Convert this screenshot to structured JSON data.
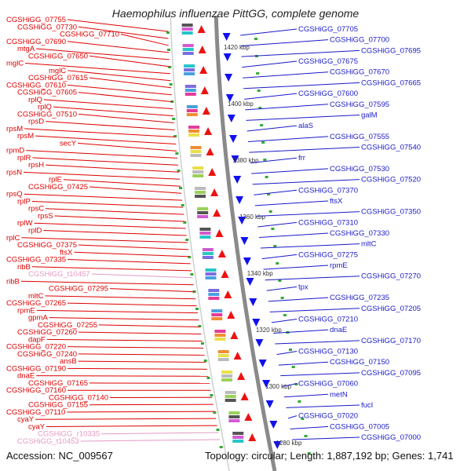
{
  "title": "Haemophilus influenzae PittGG, complete genome",
  "footer": {
    "accession": "Accession: NC_009567",
    "stats": "Topology: circular; Length: 1,887,192 bp; Genes: 1,741"
  },
  "colors": {
    "left_label": "#dd0000",
    "left_label_rna": "#e39ac4",
    "right_label": "#1a1ac8",
    "forward_arrow": "#ee1111",
    "reverse_arrow": "#1111ee",
    "backbone": "#8a8a8a",
    "tick_dot": "#33aa33"
  },
  "scale_labels": [
    "1420 kbp",
    "1400 kbp",
    "1380 kbp",
    "1360 kbp",
    "1340 kbp",
    "1320 kbp",
    "1300 kbp",
    "1280 kbp"
  ],
  "left_labels": [
    {
      "text": "CGSHiGG_07755",
      "type": "gene"
    },
    {
      "text": "CGSHiGG_07730",
      "type": "gene"
    },
    {
      "text": "CGSHiGG_07710",
      "type": "gene"
    },
    {
      "text": "CGSHiGG_07690",
      "type": "gene"
    },
    {
      "text": "mtgA",
      "type": "gene"
    },
    {
      "text": "CGSHiGG_07650",
      "type": "gene"
    },
    {
      "text": "mglC",
      "type": "gene"
    },
    {
      "text": "mglC",
      "type": "gene"
    },
    {
      "text": "CGSHiGG_07615",
      "type": "gene"
    },
    {
      "text": "CGSHiGG_07610",
      "type": "gene"
    },
    {
      "text": "CGSHiGG_07605",
      "type": "gene"
    },
    {
      "text": "rplQ",
      "type": "gene"
    },
    {
      "text": "rplQ",
      "type": "gene"
    },
    {
      "text": "CGSHiGG_07510",
      "type": "gene"
    },
    {
      "text": "rpsD",
      "type": "gene"
    },
    {
      "text": "rpsM",
      "type": "gene"
    },
    {
      "text": "rpsM",
      "type": "gene"
    },
    {
      "text": "secY",
      "type": "gene"
    },
    {
      "text": "rpmD",
      "type": "gene"
    },
    {
      "text": "rplR",
      "type": "gene"
    },
    {
      "text": "rpsH",
      "type": "gene"
    },
    {
      "text": "rpsN",
      "type": "gene"
    },
    {
      "text": "rplE",
      "type": "gene"
    },
    {
      "text": "CGSHiGG_07425",
      "type": "gene"
    },
    {
      "text": "rpsQ",
      "type": "gene"
    },
    {
      "text": "rplP",
      "type": "gene"
    },
    {
      "text": "rpsC",
      "type": "gene"
    },
    {
      "text": "rpsS",
      "type": "gene"
    },
    {
      "text": "rplW",
      "type": "gene"
    },
    {
      "text": "rplD",
      "type": "gene"
    },
    {
      "text": "rplC",
      "type": "gene"
    },
    {
      "text": "CGSHiGG_07375",
      "type": "gene"
    },
    {
      "text": "ftsX",
      "type": "gene"
    },
    {
      "text": "CGSHiGG_07335",
      "type": "gene"
    },
    {
      "text": "ribB",
      "type": "gene"
    },
    {
      "text": "CGSHiGG_t10457",
      "type": "rna"
    },
    {
      "text": "ribB",
      "type": "gene"
    },
    {
      "text": "CGSHiGG_07295",
      "type": "gene"
    },
    {
      "text": "mltC",
      "type": "gene"
    },
    {
      "text": "CGSHiGG_07265",
      "type": "gene"
    },
    {
      "text": "rpmE",
      "type": "gene"
    },
    {
      "text": "gpmA",
      "type": "gene"
    },
    {
      "text": "CGSHiGG_07255",
      "type": "gene"
    },
    {
      "text": "CGSHiGG_07260",
      "type": "gene"
    },
    {
      "text": "dapF",
      "type": "gene"
    },
    {
      "text": "CGSHiGG_07220",
      "type": "gene"
    },
    {
      "text": "CGSHiGG_07240",
      "type": "gene"
    },
    {
      "text": "ansB",
      "type": "gene"
    },
    {
      "text": "CGSHiGG_07190",
      "type": "gene"
    },
    {
      "text": "dnaE",
      "type": "gene"
    },
    {
      "text": "CGSHiGG_07165",
      "type": "gene"
    },
    {
      "text": "CGSHiGG_07160",
      "type": "gene"
    },
    {
      "text": "CGSHiGG_07140",
      "type": "gene"
    },
    {
      "text": "CGSHiGG_07155",
      "type": "gene"
    },
    {
      "text": "CGSHiGG_07110",
      "type": "gene"
    },
    {
      "text": "cyaY",
      "type": "gene"
    },
    {
      "text": "cyaY",
      "type": "gene"
    },
    {
      "text": "CGSHiGG_r10335",
      "type": "rna"
    },
    {
      "text": "CGSHiGG_t10453",
      "type": "rna"
    }
  ],
  "right_labels": [
    {
      "text": "CGSHiGG_07705"
    },
    {
      "text": "CGSHiGG_07700"
    },
    {
      "text": "CGSHiGG_07695"
    },
    {
      "text": "CGSHiGG_07675"
    },
    {
      "text": "CGSHiGG_07670"
    },
    {
      "text": "CGSHiGG_07665"
    },
    {
      "text": "CGSHiGG_07600"
    },
    {
      "text": "CGSHiGG_07595"
    },
    {
      "text": "galM"
    },
    {
      "text": "alaS"
    },
    {
      "text": "CGSHiGG_07555"
    },
    {
      "text": "CGSHiGG_07540"
    },
    {
      "text": "frr"
    },
    {
      "text": "CGSHiGG_07530"
    },
    {
      "text": "CGSHiGG_07520"
    },
    {
      "text": "CGSHiGG_07370"
    },
    {
      "text": "ftsX"
    },
    {
      "text": "CGSHiGG_07350"
    },
    {
      "text": "CGSHiGG_07310"
    },
    {
      "text": "CGSHiGG_07330"
    },
    {
      "text": "mltC"
    },
    {
      "text": "CGSHiGG_07275"
    },
    {
      "text": "rpmE"
    },
    {
      "text": "CGSHiGG_07270"
    },
    {
      "text": "tpx"
    },
    {
      "text": "CGSHiGG_07235"
    },
    {
      "text": "CGSHiGG_07205"
    },
    {
      "text": "CGSHiGG_07210"
    },
    {
      "text": "dnaE"
    },
    {
      "text": "CGSHiGG_07170"
    },
    {
      "text": "CGSHiGG_07130"
    },
    {
      "text": "CGSHiGG_07150"
    },
    {
      "text": "CGSHiGG_07095"
    },
    {
      "text": "CGSHiGG_07060"
    },
    {
      "text": "metN"
    },
    {
      "text": "fucI"
    },
    {
      "text": "CGSHiGG_07020"
    },
    {
      "text": "CGSHiGG_07005"
    },
    {
      "text": "CGSHiGG_07000"
    }
  ]
}
